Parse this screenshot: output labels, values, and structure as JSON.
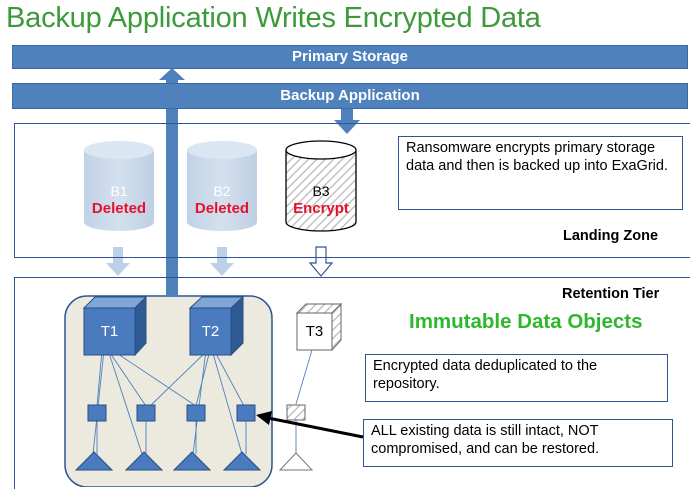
{
  "title": "Backup Application Writes Encrypted Data",
  "bars": {
    "primary_storage": "Primary Storage",
    "backup_application": "Backup Application"
  },
  "cylinders": [
    {
      "name": "B1",
      "status": "Deleted"
    },
    {
      "name": "B2",
      "status": "Deleted"
    },
    {
      "name": "B3",
      "status": "Encrypt"
    }
  ],
  "tiles": [
    "T1",
    "T2",
    "T3"
  ],
  "notes": {
    "ransomware": "Ransomware encrypts primary storage data and then is backed up into ExaGrid.",
    "deduplicated": "Encrypted data deduplicated to the repository.",
    "intact": "ALL existing data is still intact, NOT compromised, and can be restored."
  },
  "zones": {
    "landing": "Landing Zone",
    "retention": "Retention Tier",
    "immutable": "Immutable Data Objects"
  },
  "colors": {
    "title_green": "#3c9a3a",
    "bar_blue": "#4f81bd",
    "cube_blue": "#4a7bbf",
    "status_red": "#e8102a",
    "immutable_green": "#2eb82e",
    "repository_bg": "#ece9df"
  }
}
